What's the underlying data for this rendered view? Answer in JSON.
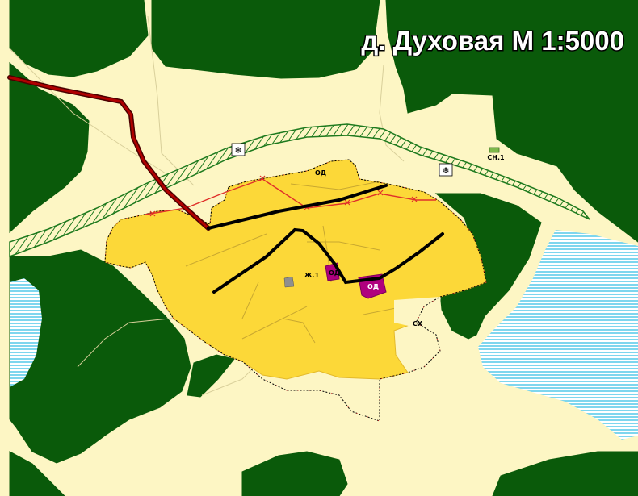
{
  "map": {
    "title": "д. Духовая М 1:5000",
    "labels": {
      "od_north": "ОД",
      "od_small": "ОД",
      "od_large": "ОД",
      "zh1": "Ж.1",
      "sn1": "СН.1",
      "sx": "СХ"
    },
    "icons": {
      "facility_1": "snowflake-icon",
      "facility_2": "snowflake-icon"
    },
    "colors": {
      "forest": "#0a5a0a",
      "meadow": "#fdf6c4",
      "settlement": "#fcd838",
      "public_zone": "#b0007e",
      "water": "#7ed6ee",
      "main_road": "#8b0000",
      "road": "#000000",
      "power_line": "#e0302a",
      "border": "#000000",
      "hatched_zone": "#1e7a1e"
    }
  }
}
